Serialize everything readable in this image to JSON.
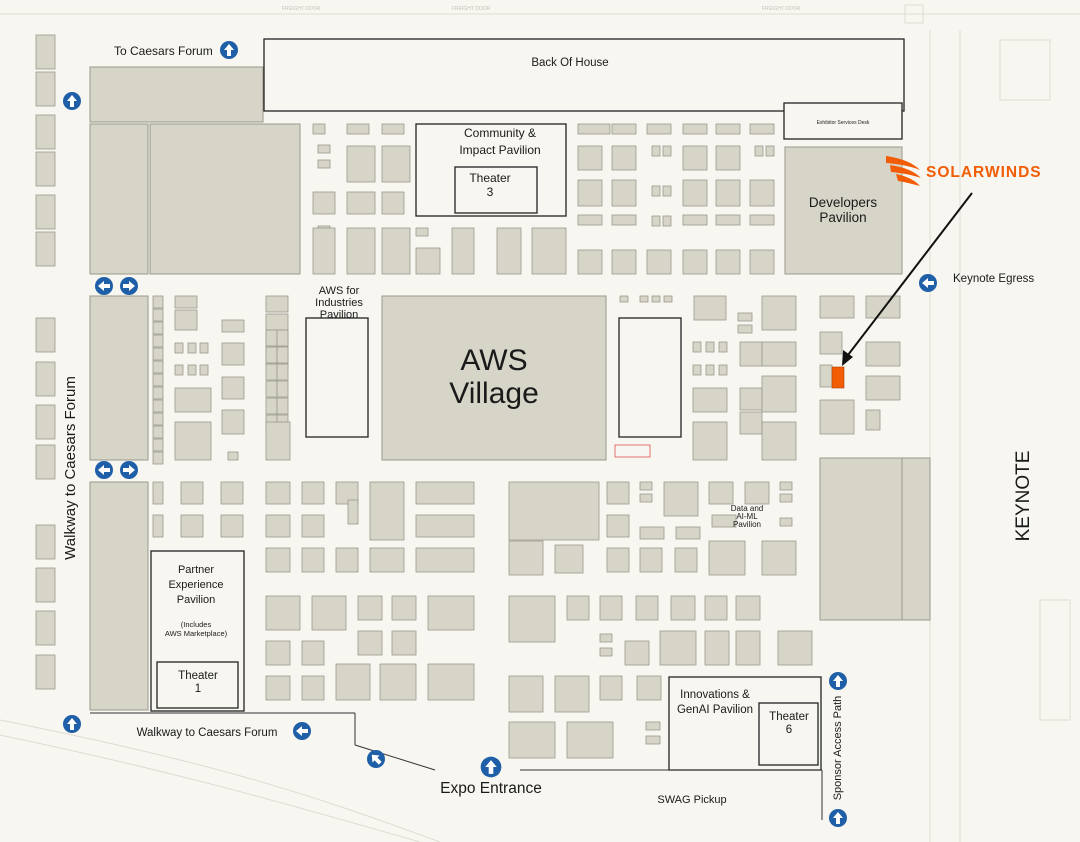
{
  "labels": {
    "to_caesars_forum_top": "To Caesars Forum",
    "back_of_house": "Back Of House",
    "exhibitor_services": "Exhibitor Services Desk",
    "community_l1": "Community &",
    "community_l2": "Impact Pavilion",
    "theater3_l1": "Theater",
    "theater3_l2": "3",
    "developers_l1": "Developers",
    "developers_l2": "Pavilion",
    "solarwinds": "SOLARWINDS",
    "keynote_egress": "Keynote Egress",
    "aws_industries_l1": "AWS for",
    "aws_industries_l2": "Industries",
    "aws_industries_l3": "Pavilion",
    "aws_village_l1": "AWS",
    "aws_village_l2": "Village",
    "data_aiml_l1": "Data and",
    "data_aiml_l2": "AI-ML",
    "data_aiml_l3": "Pavilion",
    "keynote": "KEYNOTE",
    "walkway_vertical": "Walkway to Caesars Forum",
    "partner_l1": "Partner",
    "partner_l2": "Experience",
    "partner_l3": "Pavilion",
    "partner_l4": "(Includes",
    "partner_l5": "AWS Marketplace)",
    "theater1_l1": "Theater",
    "theater1_l2": "1",
    "innovations_l1": "Innovations &",
    "innovations_l2": "GenAI Pavilion",
    "theater6_l1": "Theater",
    "theater6_l2": "6",
    "walkway_bottom": "Walkway to Caesars Forum",
    "expo_entrance": "Expo Entrance",
    "swag_pickup": "SWAG Pickup",
    "sponsor_access": "Sponsor Access Path",
    "freight_door": "FREIGHT DOOR"
  },
  "colors": {
    "booth_fill": "#d6d5c8",
    "booth_stroke": "#9a998c",
    "background": "#f7f6f0",
    "highlight_booth": "#f25c05",
    "brand_orange": "#f25c05",
    "arrow_blue": "#1f5fa8",
    "pointer_line": "#111111"
  },
  "icons": {
    "direction_arrow": "arrow-circle-icon",
    "brand_logo": "solarwinds-flame-icon"
  }
}
